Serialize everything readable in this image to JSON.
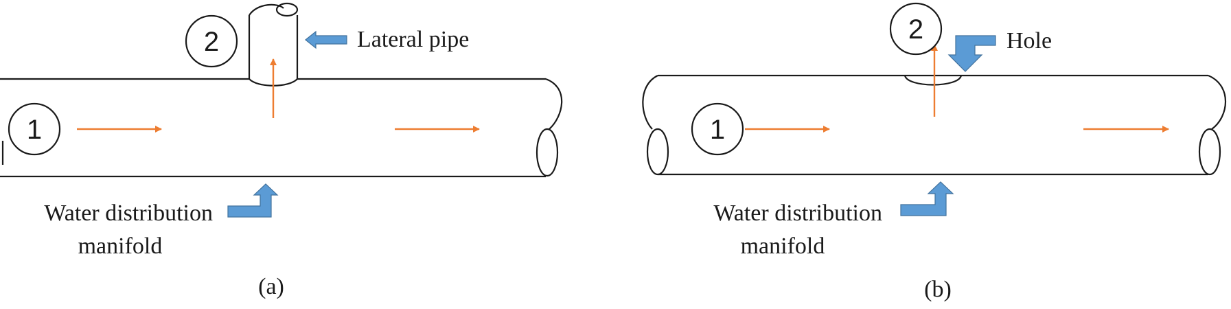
{
  "panel_a": {
    "station_1": "1",
    "station_2": "2",
    "lateral_label": "Lateral pipe",
    "manifold_label_line1": "Water distribution",
    "manifold_label_line2": "manifold",
    "caption": "(a)"
  },
  "panel_b": {
    "station_1": "1",
    "station_2": "2",
    "hole_label": "Hole",
    "manifold_label_line1": "Water distribution",
    "manifold_label_line2": "manifold",
    "caption": "(b)"
  },
  "colors": {
    "flow_arrow": "#ed7d31",
    "callout_arrow": "#5b9bd5",
    "outline": "#1a1a1a"
  }
}
